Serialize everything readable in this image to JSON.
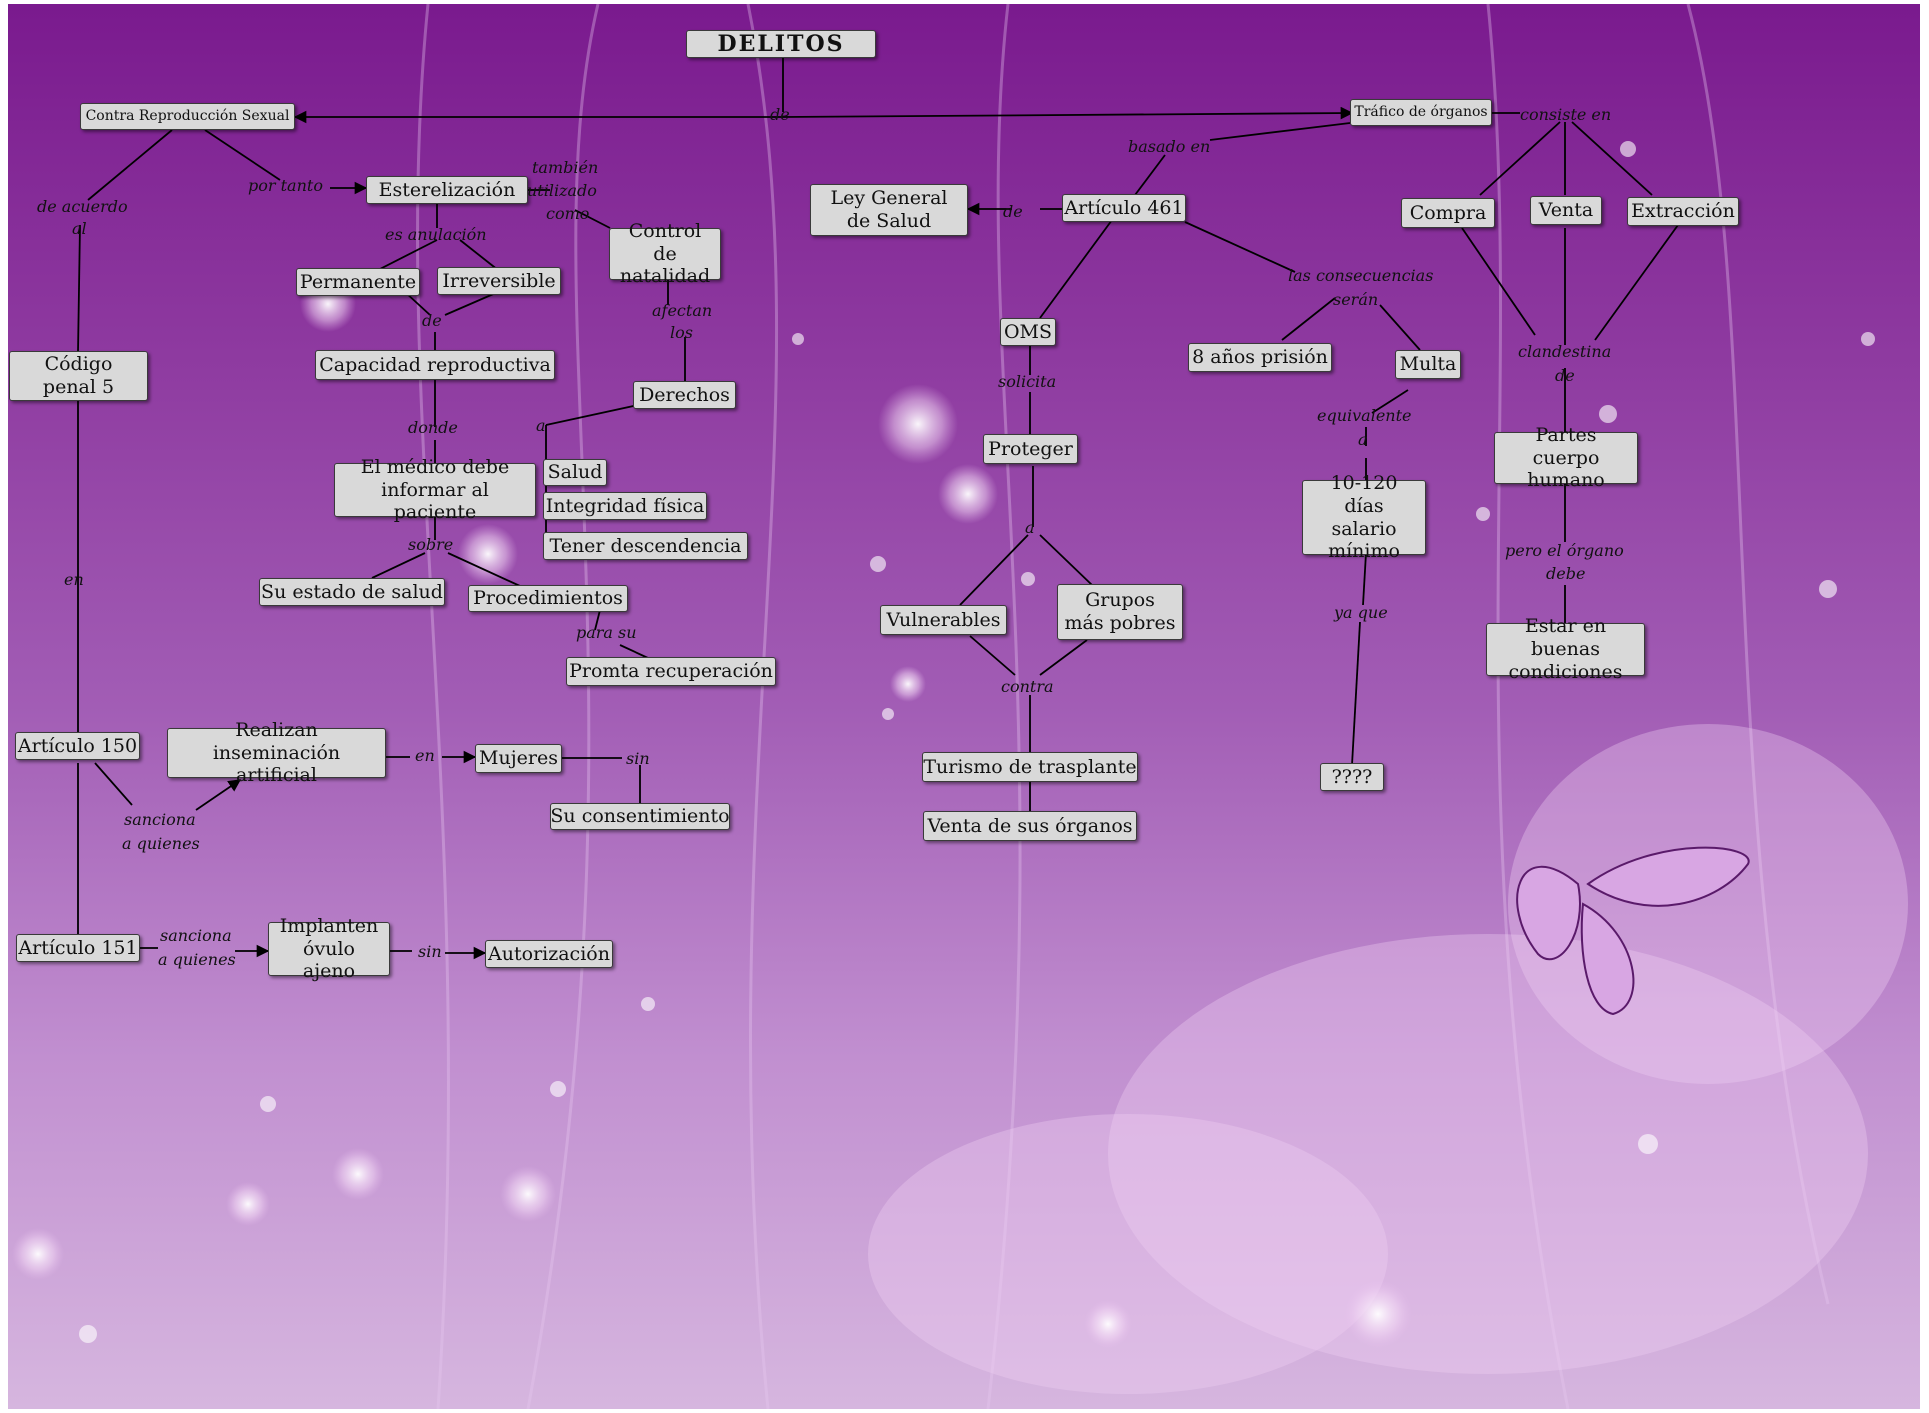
{
  "title": "DELITOS",
  "colors": {
    "bg_top": "#7a1a8e",
    "bg_bottom": "#d6b6df",
    "node_fill": "#d9d9d9",
    "node_border": "#3a3a3a",
    "link": "#000000"
  },
  "nodes": {
    "delitos": "DELITOS",
    "contra_reproduccion": "Contra Reproducción Sexual",
    "trafico_organos": "Tráfico de órganos",
    "esterelizacion": "Esterelización",
    "control_natalidad": "Control de natalidad",
    "permanente": "Permanente",
    "irreversible": "Irreversible",
    "codigo_penal": "Código penal 5",
    "capacidad_reproductiva": "Capacidad reproductiva",
    "derechos": "Derechos",
    "medico_debe": "El médico debe informar al paciente",
    "salud": "Salud",
    "integridad_fisica": "Integridad física",
    "tener_descendencia": "Tener descendencia",
    "su_estado_salud": "Su estado de salud",
    "procedimientos": "Procedimientos",
    "promta_recuperacion": "Promta recuperación",
    "articulo_150": "Artículo 150",
    "realizan_inseminacion": "Realizan inseminación artificial",
    "mujeres": "Mujeres",
    "su_consentimiento": "Su consentimiento",
    "articulo_151": "Artículo 151",
    "implanten_ovulo": "Implanten óvulo ajeno",
    "autorizacion": "Autorización",
    "ley_general_salud": "Ley General de Salud",
    "articulo_461": "Artículo 461",
    "oms": "OMS",
    "proteger": "Proteger",
    "vulnerables": "Vulnerables",
    "grupos_pobres": "Grupos más pobres",
    "turismo_trasplante": "Turismo de trasplante",
    "venta_organos": "Venta de sus órganos",
    "ocho_anos": "8 años prisión",
    "multa": "Multa",
    "dias_salario": "10-120 días salario mínimo",
    "interrogacion": "????",
    "compra": "Compra",
    "venta": "Venta",
    "extraccion": "Extracción",
    "partes_cuerpo": "Partes cuerpo humano",
    "buenas_condiciones": "Estar en buenas condiciones"
  },
  "labels": {
    "de_top": "de",
    "por_tanto": "por tanto",
    "tambien": "también",
    "utilizado": "utilizado",
    "como": "como",
    "de_acuerdo": "de acuerdo",
    "al": "al",
    "es_anulacion": "es anulación",
    "de_cap": "de",
    "afectan": "afectan",
    "los": "los",
    "donde": "donde",
    "a_der": "a",
    "sobre": "sobre",
    "para_su": "para su",
    "en_cod": "en",
    "en_ins": "en",
    "sin_muj": "sin",
    "sanciona1": "sanciona",
    "a_quienes1": "a quienes",
    "sanciona2": "sanciona",
    "a_quienes2": "a quienes",
    "sin_imp": "sin",
    "basado_en": "basado en",
    "de_ley": "de",
    "solicita": "solicita",
    "a_prot": "a",
    "contra": "contra",
    "las_consecuencias": "las consecuencias",
    "seran": "serán",
    "equivalente": "equivalente",
    "a_eq": "a",
    "ya_que": "ya que",
    "consiste_en": "consiste en",
    "clandestina": "clandestina",
    "de_cland": "de",
    "pero_el_organo": "pero el órgano",
    "debe": "debe"
  }
}
